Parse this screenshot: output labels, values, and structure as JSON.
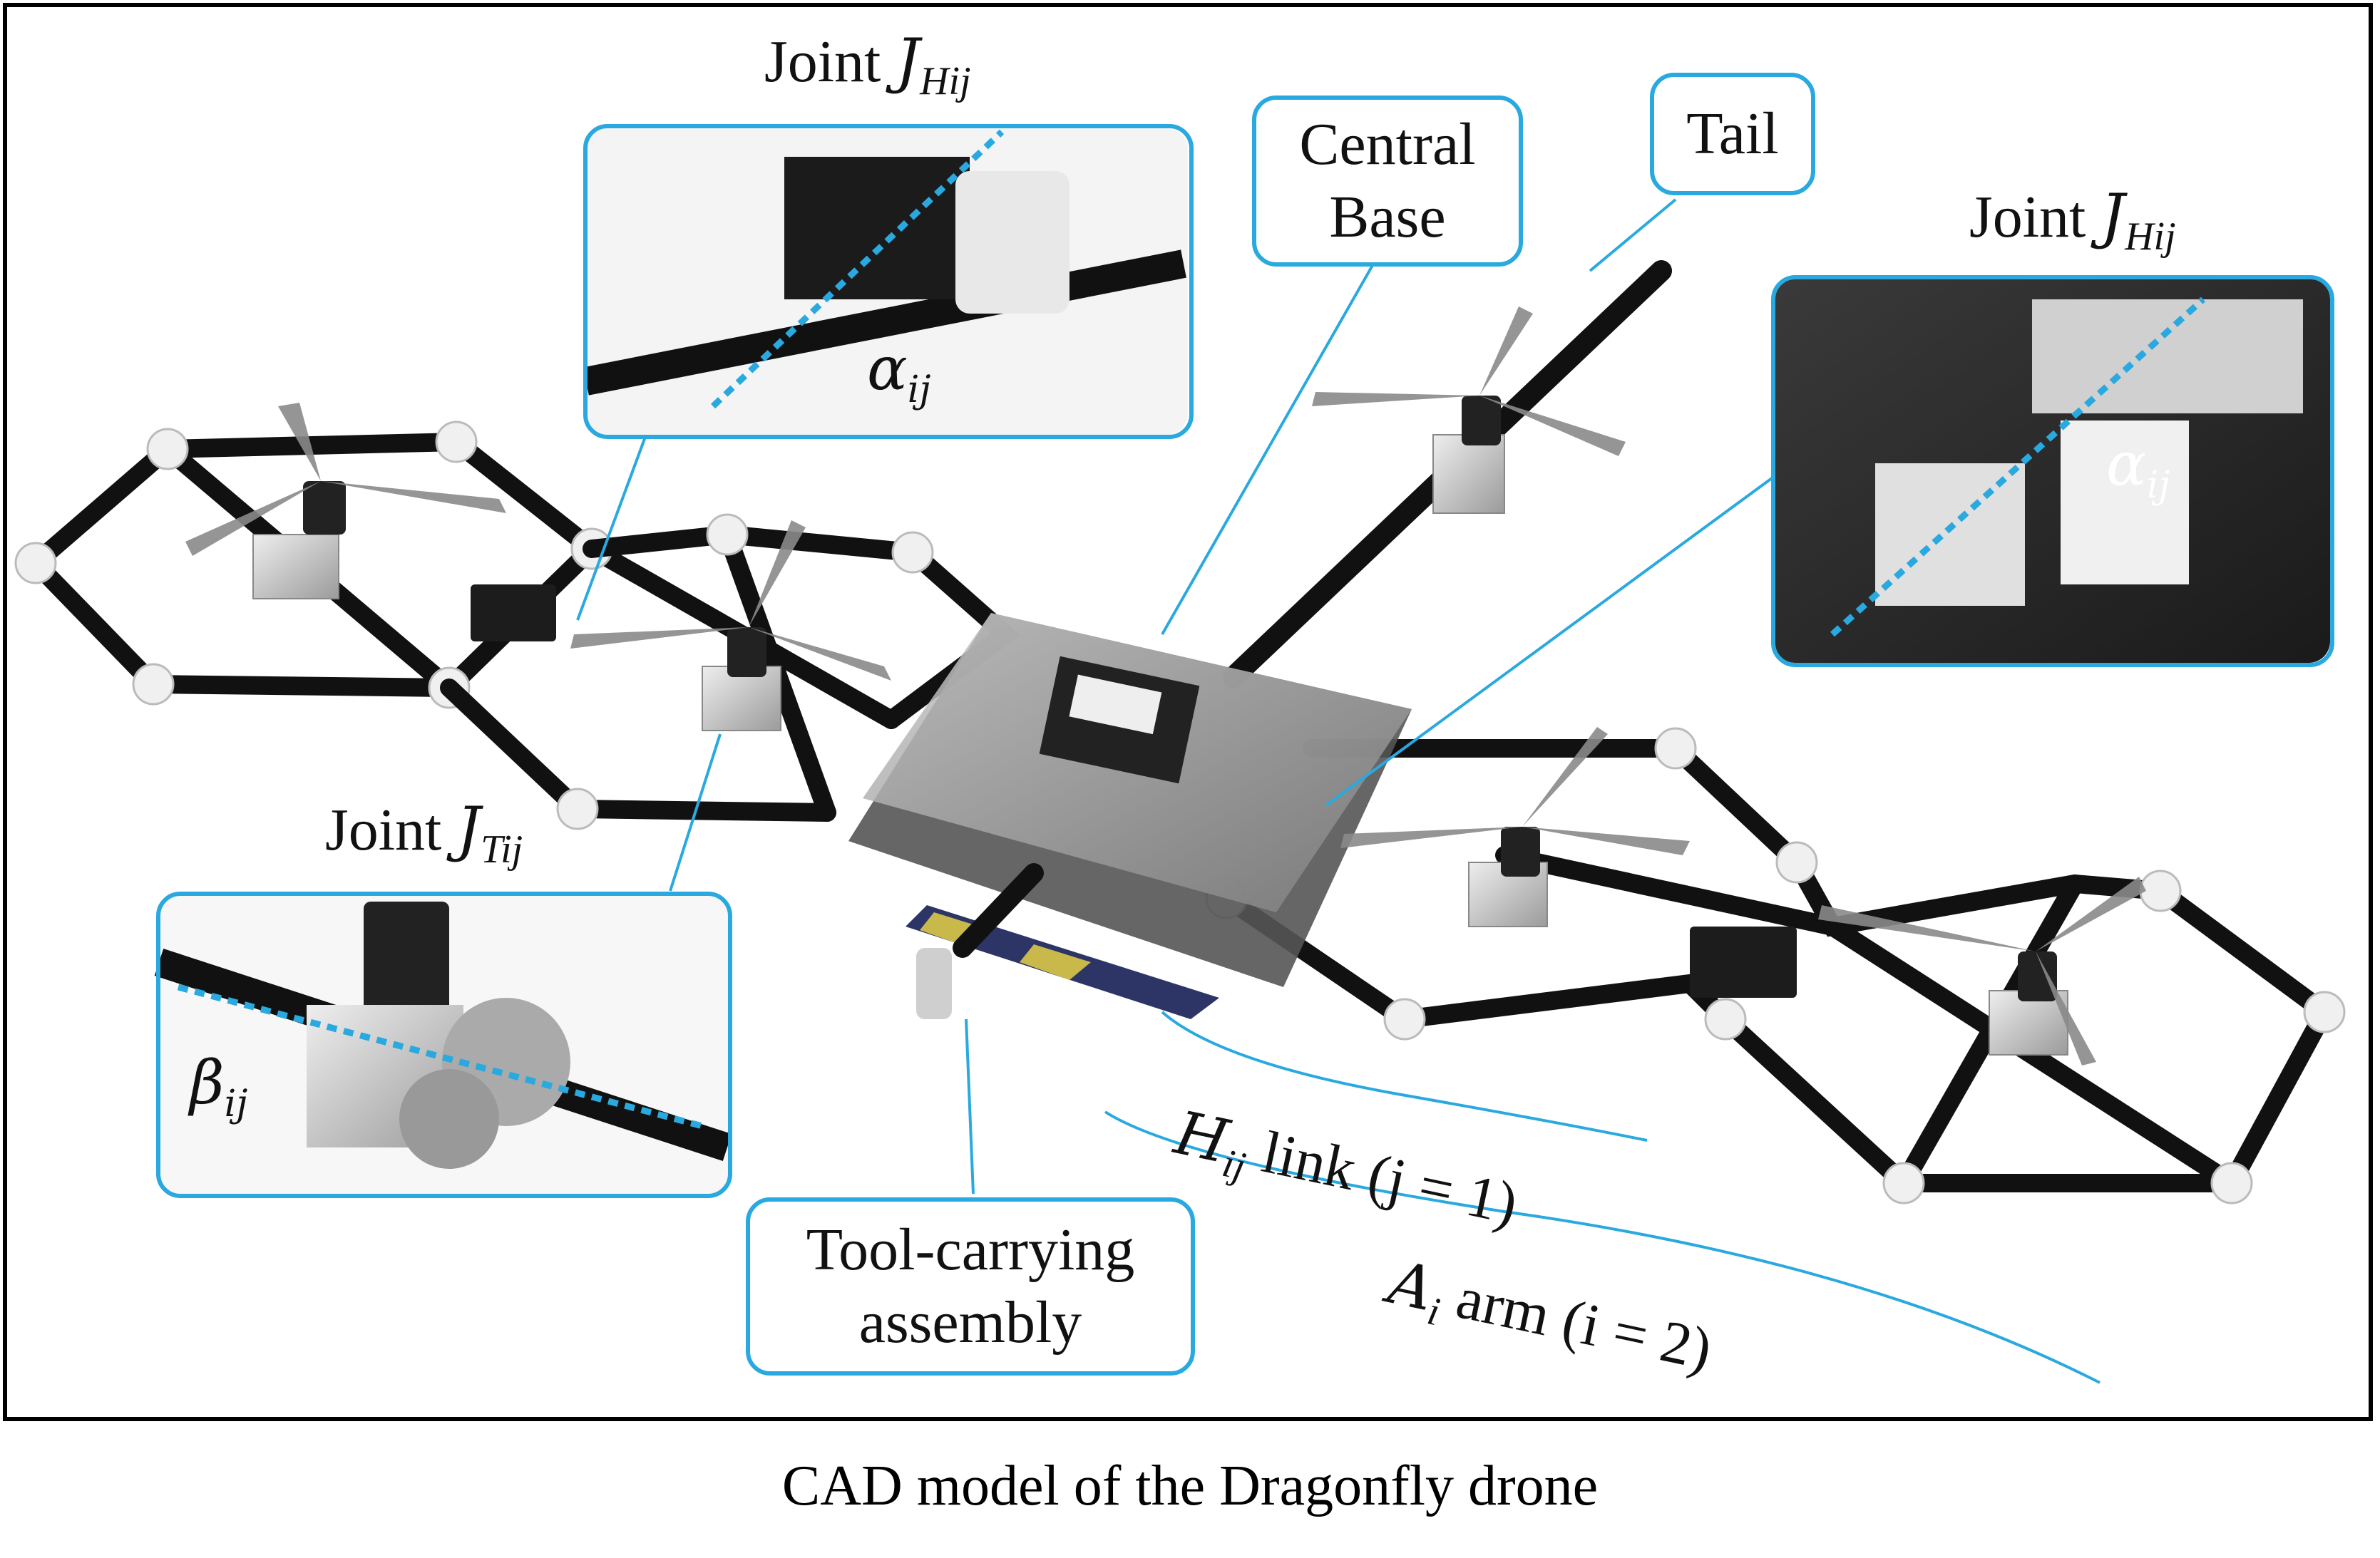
{
  "labels": {
    "joint_h_left": {
      "prefix": "Joint",
      "symbol": "J",
      "sub_main": "H",
      "sub_idx": "ij"
    },
    "joint_h_right": {
      "prefix": "Joint",
      "symbol": "J",
      "sub_main": "H",
      "sub_idx": "ij"
    },
    "joint_t": {
      "prefix": "Joint",
      "symbol": "J",
      "sub_main": "T",
      "sub_idx": "ij"
    },
    "central_base": [
      "Central",
      "Base"
    ],
    "tail": "Tail",
    "tool_assembly": [
      "Tool-carrying",
      "assembly"
    ],
    "h_link": {
      "symbol": "H",
      "sub": "ij",
      "text": "link (j = 1)"
    },
    "a_arm": {
      "symbol": "A",
      "sub": "i",
      "text": "arm (i = 2)"
    },
    "alpha_left": {
      "symbol": "α",
      "sub": "ij"
    },
    "alpha_right": {
      "symbol": "α",
      "sub": "ij"
    },
    "beta": {
      "symbol": "β",
      "sub": "ij"
    }
  },
  "colors": {
    "accent": "#29a9df",
    "rod": "#111111",
    "joint": "#f2f2f2",
    "base": "#9a9a9a"
  },
  "caption": "CAD model of the Dragonfly drone"
}
